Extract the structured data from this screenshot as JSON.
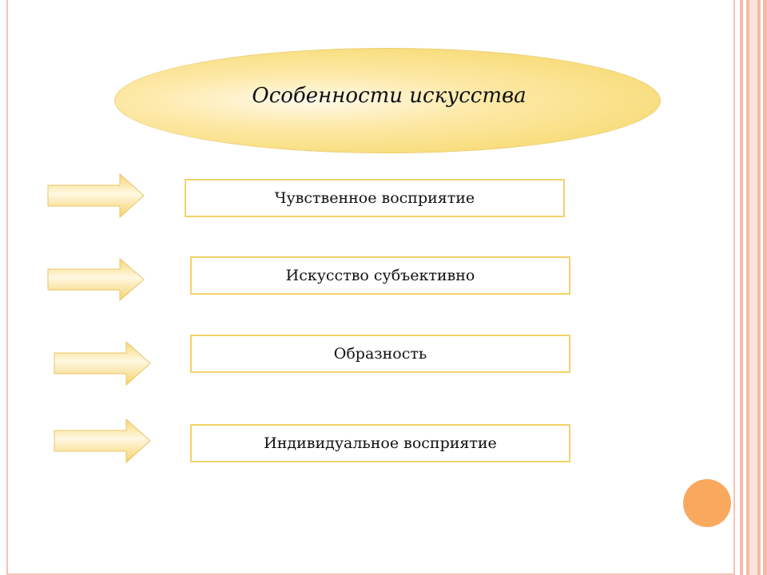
{
  "title": "Особенности искусства",
  "items": [
    {
      "label": "Чувственное восприятие"
    },
    {
      "label": "Искусство субъективно"
    },
    {
      "label": "Образность"
    },
    {
      "label": "Индивидуальное восприятие"
    }
  ],
  "colors": {
    "ellipse_fill": "#f8dd7c",
    "box_border": "#f2d26a",
    "arrow_fill": "#f8dd7c",
    "frame_accent": "#f7b9a7",
    "decor_circle": "#f9a95e"
  }
}
